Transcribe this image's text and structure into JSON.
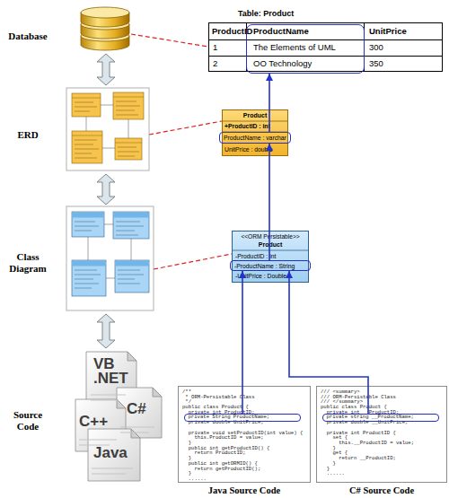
{
  "diagram": {
    "nodes": [
      {
        "text": [
          "Table: Product"
        ]
      },
      {
        "text": [
          "ProductName",
          "The Elements of UML",
          "OO Technology"
        ],
        "in": 0
      },
      {
        "text": [
          "Product",
          "+ProductID : int",
          "UnitPrice : double"
        ]
      },
      {
        "text": [
          "ProductName : varchar"
        ],
        "in": 2
      },
      {
        "text": [
          "<<ORM Persistable>>",
          "Product",
          "-ProductID : int",
          "-UnitPrice : Double"
        ]
      },
      {
        "text": [
          "-ProductName : String"
        ],
        "in": 4
      },
      {
        "text": [
          "/**",
          "* ORM-Persistable Class",
          "*/",
          "public class Product {",
          "private int ProductID;",
          "private double UnitPrice;",
          "private void setProductID(int value) {",
          "this.ProductID = value;",
          "}",
          "public int getProductID() {",
          "return ProductID;",
          "}",
          "public int getORMID() {",
          "return getProductID();",
          "}",
          "......"
        ]
      },
      {
        "text": [
          "private String ProductName;"
        ],
        "in": 6
      },
      {
        "text": [
          "/// <summary>",
          "/// ORM-Persistable Class",
          "/// </summary>",
          "public class Product {",
          "private int __ProductID;",
          "private double __UnitPrice;",
          "private int ProductID {",
          "set {",
          "this.__ProductID = value;",
          "}",
          "get {",
          "return __ProductID;",
          "}",
          "}",
          "......"
        ]
      },
      {
        "text": [
          "private string __ProductName;"
        ],
        "in": 8
      }
    ],
    "edges": [
      {
        "from": 3,
        "to": 1,
        "arrow": "to"
      },
      {
        "from": 5,
        "to": 3,
        "arrow": "to"
      },
      {
        "from": 7,
        "to": 5,
        "arrow": "to"
      },
      {
        "from": 9,
        "to": 5,
        "arrow": "to"
      }
    ],
    "labels": [
      "Database",
      "ERD",
      "Class Diagram",
      "Source Code",
      "VB .NET",
      "C++",
      "C#",
      "Java",
      "ProductID",
      "UnitPrice",
      "1",
      "300",
      "2",
      "350",
      "Java Source Code",
      "C# Source Code"
    ]
  }
}
